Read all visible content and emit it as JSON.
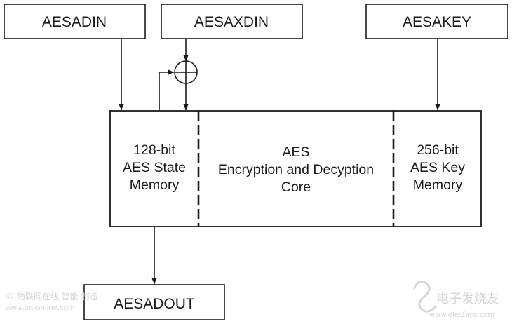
{
  "inputs": {
    "aesadin": "AESADIN",
    "aesaxdin": "AESAXDIN",
    "aesakey": "AESAKEY"
  },
  "output": {
    "aesadout": "AESADOUT"
  },
  "core_block": {
    "state_memory": [
      "128-bit",
      "AES State",
      "Memory"
    ],
    "core": [
      "AES",
      "Encryption and Decyption",
      "Core"
    ],
    "key_memory": [
      "256-bit",
      "AES Key",
      "Memory"
    ]
  },
  "watermarks": {
    "left": "© 物联网在线 智能 制造",
    "left_url": "www.iot-online.com",
    "right": "电子发烧友",
    "right_url": "www.elecfans.com"
  },
  "colors": {
    "stroke": "#1a1a1a",
    "watermark": "#d6d6d6"
  }
}
